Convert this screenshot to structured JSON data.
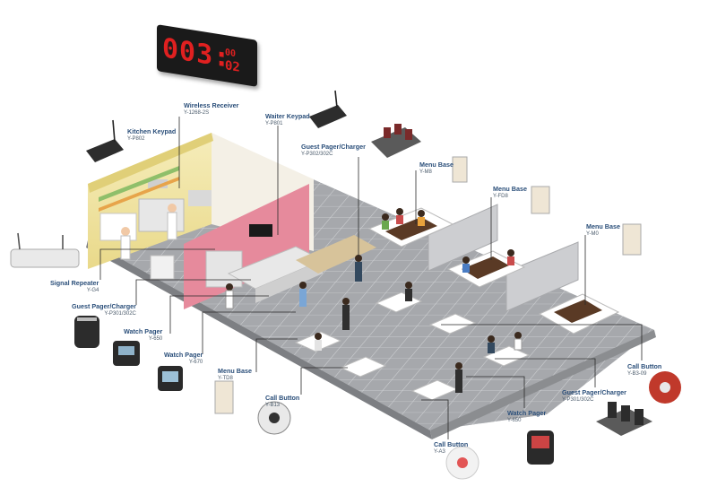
{
  "display_board": {
    "main_digits": "003:",
    "small_digits_top": "00",
    "small_digits_bottom": "02"
  },
  "labels": {
    "wireless_receiver": {
      "name": "Wireless Receiver",
      "code": "Y-1268-2S"
    },
    "kitchen_keypad": {
      "name": "Kitchen Keypad",
      "code": "Y-P802"
    },
    "waiter_keypad": {
      "name": "Waiter Keypad",
      "code": "Y-P801"
    },
    "guest_pager_top": {
      "name": "Guest Pager/Charger",
      "code": "Y-P302/302C"
    },
    "menu_base_top": {
      "name": "Menu Base",
      "code": "Y-M8"
    },
    "menu_base_mid": {
      "name": "Menu Base",
      "code": "Y-FD8"
    },
    "menu_base_right": {
      "name": "Menu Base",
      "code": "Y-M0"
    },
    "signal_repeater": {
      "name": "Signal Repeater",
      "code": "Y-G4"
    },
    "guest_pager_left": {
      "name": "Guest Pager/Charger",
      "code": "Y-P301/302C"
    },
    "watch_pager_left1": {
      "name": "Watch Pager",
      "code": "Y-650"
    },
    "watch_pager_left2": {
      "name": "Watch Pager",
      "code": "Y-670"
    },
    "menu_base_bottom": {
      "name": "Menu Base",
      "code": "Y-TD8"
    },
    "call_button_left": {
      "name": "Call Button",
      "code": "Y-B13"
    },
    "call_button_right": {
      "name": "Call Button",
      "code": "Y-B3-09"
    },
    "guest_pager_right": {
      "name": "Guest Pager/Charger",
      "code": "Y-P301/302C"
    },
    "watch_pager_bottom": {
      "name": "Watch Pager",
      "code": "Y-650"
    },
    "call_button_bottom": {
      "name": "Call Button",
      "code": "Y-A3"
    }
  },
  "colors": {
    "floor": "#9fa1a5",
    "floor_grid": "#c9cbce",
    "kitchen_wall": "#f1e6a8",
    "pink_wall": "#e9879a",
    "partition": "#d9dadc",
    "label_text": "#2b4f7a",
    "leader_line": "#2a2a2a",
    "clock_digits": "#e02020"
  }
}
